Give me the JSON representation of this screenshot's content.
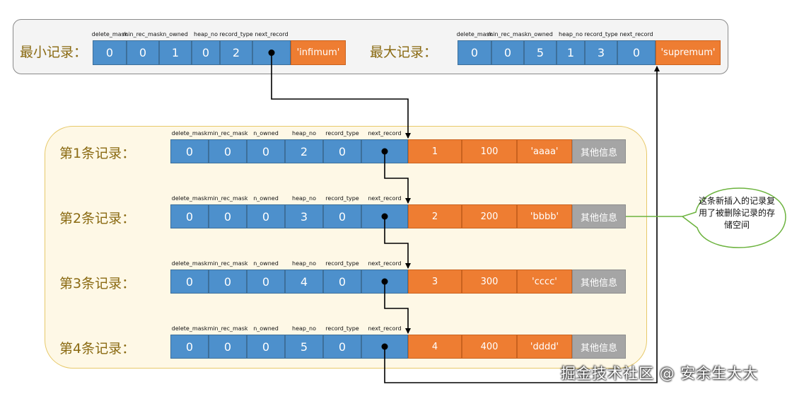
{
  "top_records": [
    {
      "label": "最小记录：",
      "headers": [
        "delete_mask",
        "min_rec_mask",
        "n_owned",
        "heap_no",
        "record_type",
        "next_record"
      ],
      "values": [
        "0",
        "0",
        "1",
        "0",
        "2",
        ""
      ],
      "name_value": "'infimum'"
    },
    {
      "label": "最大记录：",
      "headers": [
        "delete_mask",
        "min_rec_mask",
        "n_owned",
        "heap_no",
        "record_type",
        "next_record"
      ],
      "values": [
        "0",
        "0",
        "5",
        "1",
        "3",
        "0"
      ],
      "name_value": "'supremum'"
    }
  ],
  "records": [
    {
      "label": "第1条记录：",
      "headers": [
        "delete_mask",
        "min_rec_mask",
        "n_owned",
        "heap_no",
        "record_type",
        "next_record"
      ],
      "values": [
        "0",
        "0",
        "0",
        "2",
        "0",
        ""
      ],
      "data": [
        "1",
        "100",
        "'aaaa'"
      ],
      "other": "其他信息"
    },
    {
      "label": "第2条记录：",
      "headers": [
        "delete_mask",
        "min_rec_mask",
        "n_owned",
        "heap_no",
        "record_type",
        "next_record"
      ],
      "values": [
        "0",
        "0",
        "0",
        "3",
        "0",
        ""
      ],
      "data": [
        "2",
        "200",
        "'bbbb'"
      ],
      "other": "其他信息"
    },
    {
      "label": "第3条记录：",
      "headers": [
        "delete_mask",
        "min_rec_mask",
        "n_owned",
        "heap_no",
        "record_type",
        "next_record"
      ],
      "values": [
        "0",
        "0",
        "0",
        "4",
        "0",
        ""
      ],
      "data": [
        "3",
        "300",
        "'cccc'"
      ],
      "other": "其他信息"
    },
    {
      "label": "第4条记录：",
      "headers": [
        "delete_mask",
        "min_rec_mask",
        "n_owned",
        "heap_no",
        "record_type",
        "next_record"
      ],
      "values": [
        "0",
        "0",
        "0",
        "5",
        "0",
        ""
      ],
      "data": [
        "4",
        "400",
        "'dddd'"
      ],
      "other": "其他信息"
    }
  ],
  "callout": {
    "text": "这条新插入的记录复用了被删除记录的存储空间"
  },
  "watermark": "掘金技术社区 @ 安余生大大",
  "colors": {
    "header_blue": "#4d90cc",
    "data_orange": "#ee7d32",
    "other_gray": "#a5a5a5",
    "label_gold": "#8a6a12",
    "panel_yellow": "#fef8e6",
    "callout_green": "#6cb33e"
  }
}
